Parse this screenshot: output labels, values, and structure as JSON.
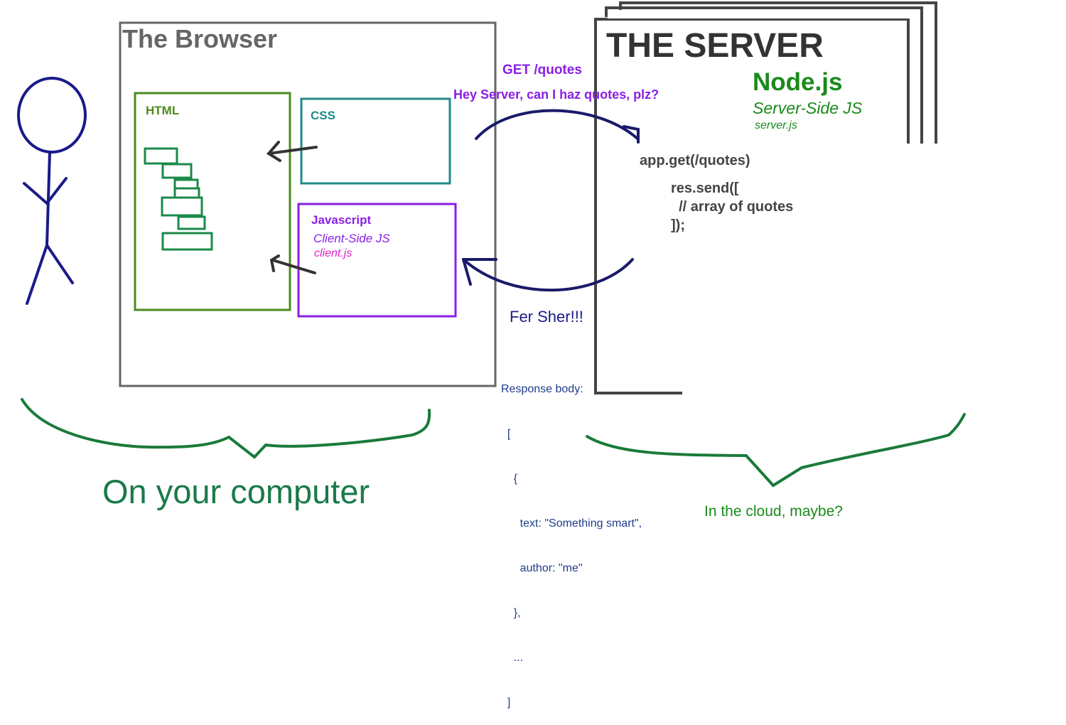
{
  "browser": {
    "title": "The Browser",
    "html_label": "HTML",
    "css_label": "CSS",
    "js_label": "Javascript",
    "js_subtitle": "Client-Side JS",
    "js_file": "client.js"
  },
  "request": {
    "method_path": "GET /quotes",
    "message": "Hey Server, can I haz quotes, plz?"
  },
  "server": {
    "title": "THE SERVER",
    "runtime": "Node.js",
    "runtime_subtitle": "Server-Side JS",
    "file": "server.js",
    "code_lines": [
      "app.get(/quotes)",
      "res.send([",
      "  // array of quotes",
      "]);"
    ]
  },
  "response": {
    "status_text": "Fer Sher!!!",
    "body_label": "Response body:",
    "body_lines": [
      "  [",
      "    {",
      "      text: \"Something smart\",",
      "      author: \"me\"",
      "    },",
      "    ...",
      "  ]"
    ]
  },
  "captions": {
    "local": "On your computer",
    "remote": "In the cloud, maybe?"
  },
  "colors": {
    "person": "#1a1a8a",
    "browser_border": "#666666",
    "html_border": "#4c8a1c",
    "css_border": "#1f8a8a",
    "js_border": "#8a1ee6",
    "server_border": "#333333",
    "arrows": "#1a1a6a",
    "braces": "#1a7a3a"
  }
}
